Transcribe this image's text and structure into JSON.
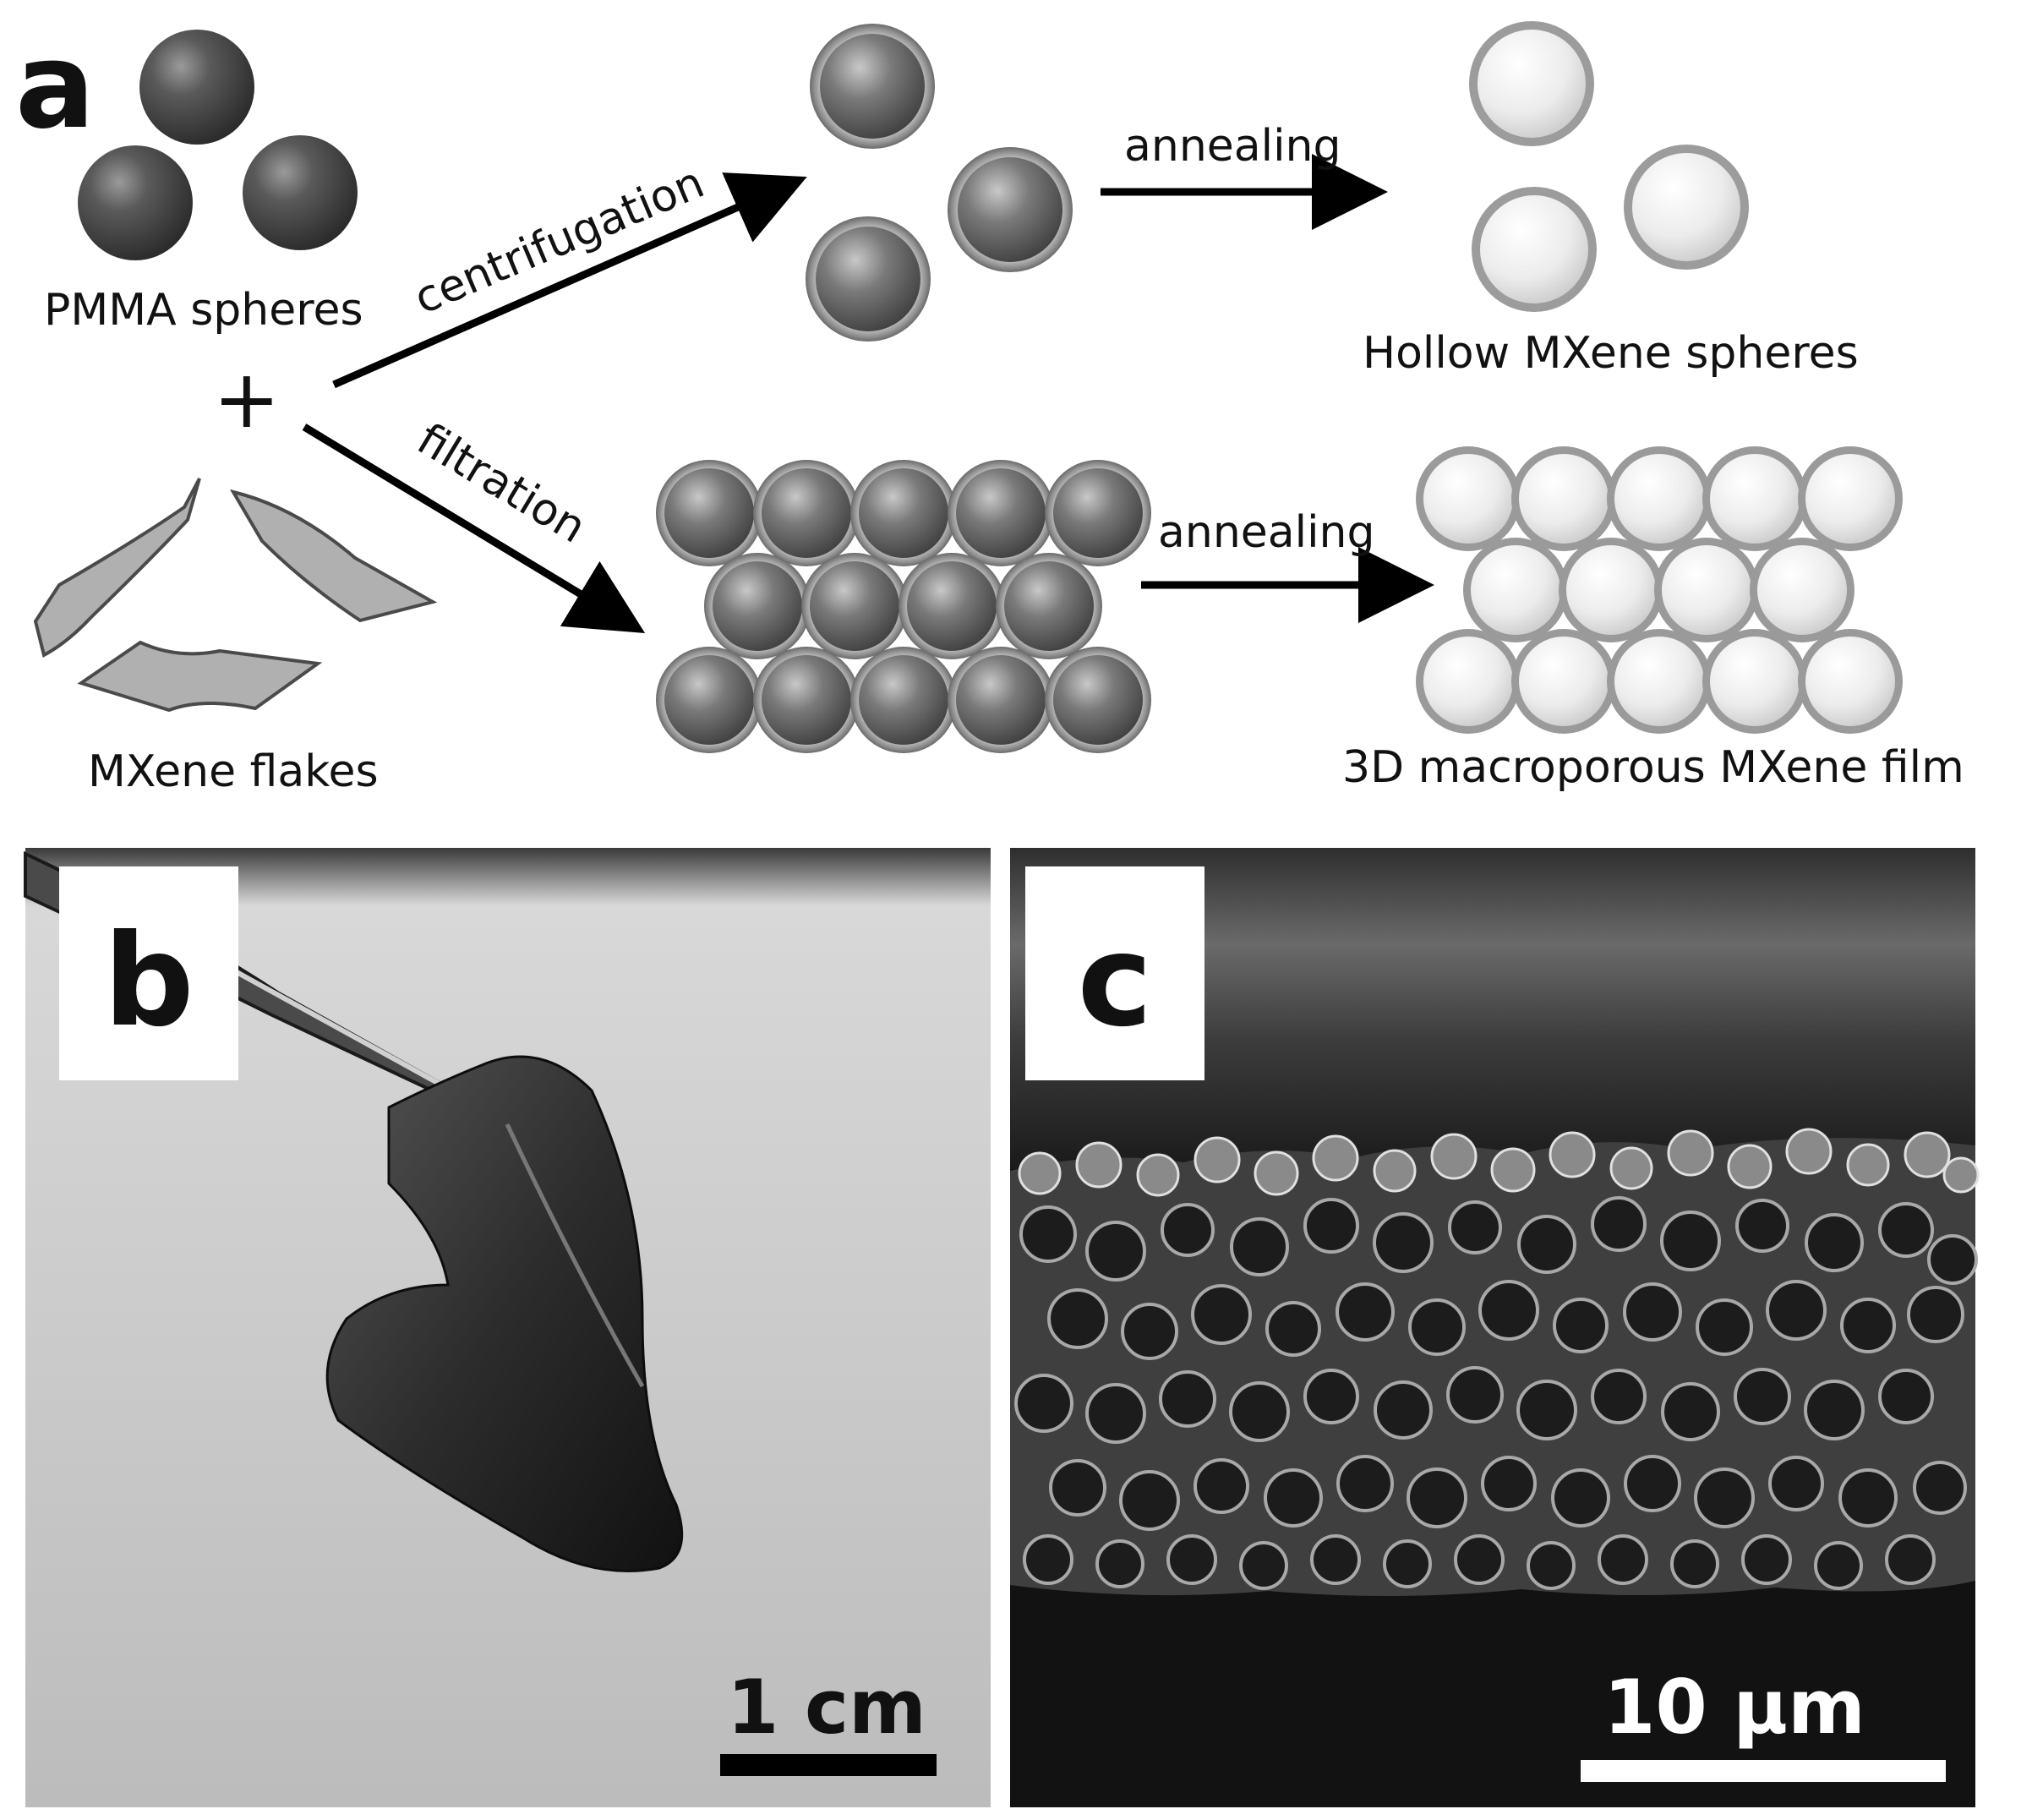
{
  "panels": {
    "a": {
      "label": "a",
      "pmma_label": "PMMA spheres",
      "plus": "+",
      "flakes_label": "MXene flakes",
      "centrifugation_label": "centrifugation",
      "filtration_label": "filtration",
      "annealing_top": "annealing",
      "annealing_bottom": "annealing",
      "hollow_label": "Hollow MXene spheres",
      "film_label": "3D macroporous MXene film"
    },
    "b": {
      "label": "b",
      "scale_bar": "1 cm"
    },
    "c": {
      "label": "c",
      "scale_bar": "10 µm"
    }
  },
  "colors": {
    "background": "#ffffff",
    "text": "#111111",
    "pmma_sphere": "#444444",
    "hollow_sphere": "#e8e8e8",
    "flake": "#a8a8a8",
    "photo_bg": "#cfcfcf",
    "sem_bg": "#1a1a1a"
  }
}
